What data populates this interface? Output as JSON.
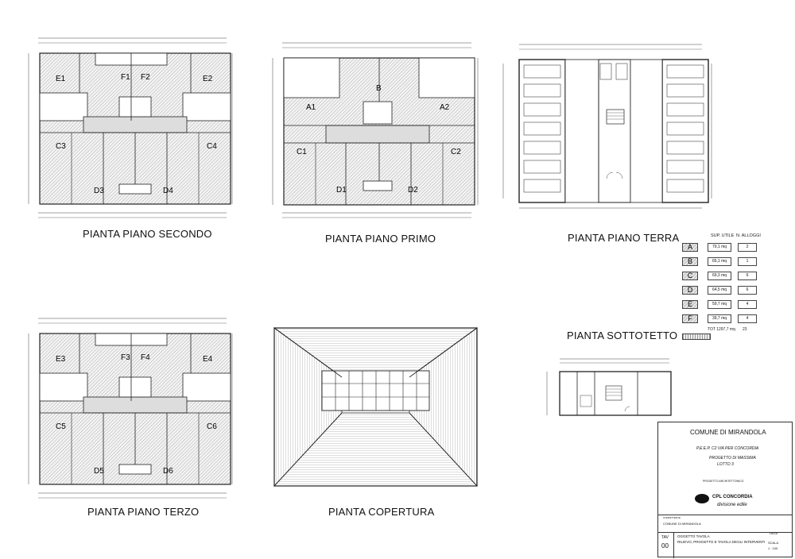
{
  "captions": {
    "secondo": "PIANTA PIANO SECONDO",
    "primo": "PIANTA PIANO PRIMO",
    "terra": "PIANTA PIANO TERRA",
    "terzo": "PIANTA PIANO TERZO",
    "copertura": "PIANTA COPERTURA",
    "sottotetto": "PIANTA SOTTOTETTO"
  },
  "legend": {
    "header_sup": "SUP. UTILE",
    "header_n": "N. ALLOGGI",
    "rows": [
      {
        "letter": "A",
        "sup": "79,1 mq",
        "n": "2"
      },
      {
        "letter": "B",
        "sup": "65,1 mq",
        "n": "1"
      },
      {
        "letter": "C",
        "sup": "69,3 mq",
        "n": "6"
      },
      {
        "letter": "D",
        "sup": "64,5 mq",
        "n": "6"
      },
      {
        "letter": "E",
        "sup": "59,7 mq",
        "n": "4"
      },
      {
        "letter": "F",
        "sup": "39,7 mq",
        "n": "4"
      }
    ],
    "total": "TOT 1297,7 mq",
    "total_n": "23"
  },
  "unit_labels": {
    "secondo": [
      "E1",
      "F1",
      "F2",
      "E2",
      "C3",
      "C4",
      "D3",
      "D4"
    ],
    "primo": [
      "A1",
      "B",
      "A2",
      "C1",
      "C2",
      "D1",
      "D2"
    ],
    "terzo": [
      "E3",
      "F3",
      "F4",
      "E4",
      "C5",
      "C6",
      "D5",
      "D6"
    ]
  },
  "title_block": {
    "comune": "COMUNE DI MIRANDOLA",
    "peep": "P.E.E.P. C2 VIA PER CONCORDIA",
    "progetto": "PROGETTO DI MASSIMA",
    "lotto": "LOTTO 3",
    "prog_arch": "PROGETTO ARCHITETTONICO",
    "logo_text": "CPL CONCORDIA",
    "logo_sub": "divisione edile",
    "committente_label": "COMMITTENTE",
    "committente": "COMUNE DI MIRANDOLA",
    "tav_label": "TAV",
    "tav_num": "00",
    "oggetto_label": "OGGETTO TAVOLA",
    "oggetto": "RILIEVO, PROGETTO E TAVOLA DEGLI INTERVENTI",
    "data_label": "DATA",
    "scala_label": "SCALA",
    "scala": "1 : 100"
  }
}
